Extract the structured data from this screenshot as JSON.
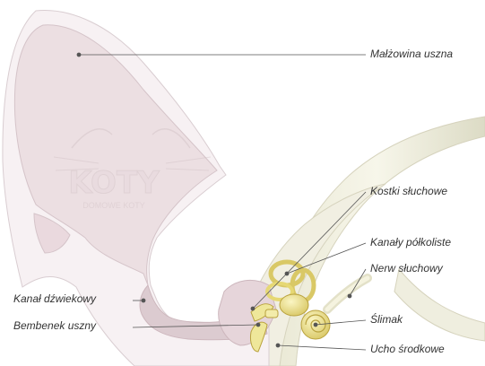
{
  "labels": {
    "pinna": "Małżowina uszna",
    "ossicles": "Kostki słuchowe",
    "canals": "Kanały półkoliste",
    "nerve": "Nerw słuchowy",
    "cochlea": "Ślimak",
    "middle_ear": "Ucho środkowe",
    "ear_canal": "Kanał dźwiekowy",
    "eardrum": "Bembenek uszny"
  },
  "watermark": {
    "brand": "KOTY",
    "sub": "DOMOWE KOTY"
  },
  "colors": {
    "skin_fill": "#ecdfe2",
    "skin_stroke": "#d5c4c9",
    "canal_fill": "#d6c3c9",
    "bone": "#efeedd",
    "gold": "#ece38a",
    "gold_stroke": "#b9a23e",
    "leader": "#555555",
    "text": "#333333"
  }
}
